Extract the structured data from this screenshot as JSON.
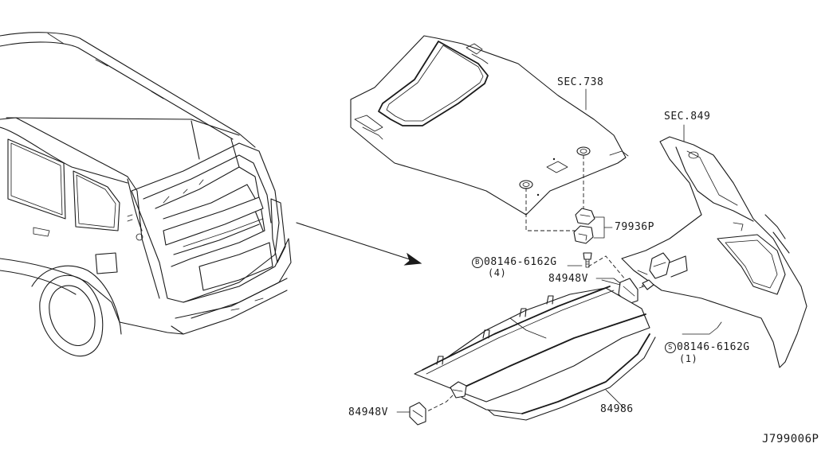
{
  "labels": {
    "sec_738": "SEC.738",
    "sec_849": "SEC.849",
    "p79936p": "79936P",
    "bolt_b_part": "08146-6162G",
    "bolt_b_prefix": "B",
    "bolt_b_qty": "(4)",
    "p84948v_top": "84948V",
    "bolt_s_part": "08146-6162G",
    "bolt_s_prefix": "S",
    "bolt_s_qty": "(1)",
    "p84948v_bottom": "84948V",
    "p84986": "84986",
    "diagram_id": "J799006P"
  }
}
